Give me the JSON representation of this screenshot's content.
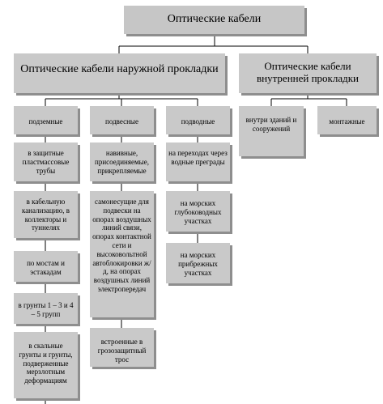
{
  "root": "Оптические кабели",
  "groups": {
    "outdoor": {
      "title": "Оптические кабели наружной прокладки",
      "columns": {
        "underground": {
          "header": "подземные",
          "items": [
            "в защитные пластмассовые трубы",
            "в кабельную канализацию, в коллекторы и туннелях",
            "по мостам и эстакадам",
            "в грунты 1 – 3 и 4 – 5 групп",
            "в скальные грунты и грунты, подверженные мерзлотным деформациям"
          ]
        },
        "aerial": {
          "header": "подвесные",
          "items": [
            "навивные, присоединяемые, прикрепляемые",
            "самонесущие для подвески на опорах воздушных линий связи, опорах контактной сети и высоковольтной автоблокировки ж/д, на опорах воздушных линий электропередач",
            "встроенные в грозозащитный трос"
          ]
        },
        "underwater": {
          "header": "подводные",
          "items": [
            "на переходах через водные преграды",
            "на морских глубоководных участках",
            "на морских прибрежных участках"
          ]
        }
      }
    },
    "indoor": {
      "title": "Оптические кабели внутренней прокладки",
      "columns": {
        "buildings": {
          "header": "внутри зданий и сооружений"
        },
        "mounting": {
          "header": "монтажные"
        }
      }
    }
  }
}
